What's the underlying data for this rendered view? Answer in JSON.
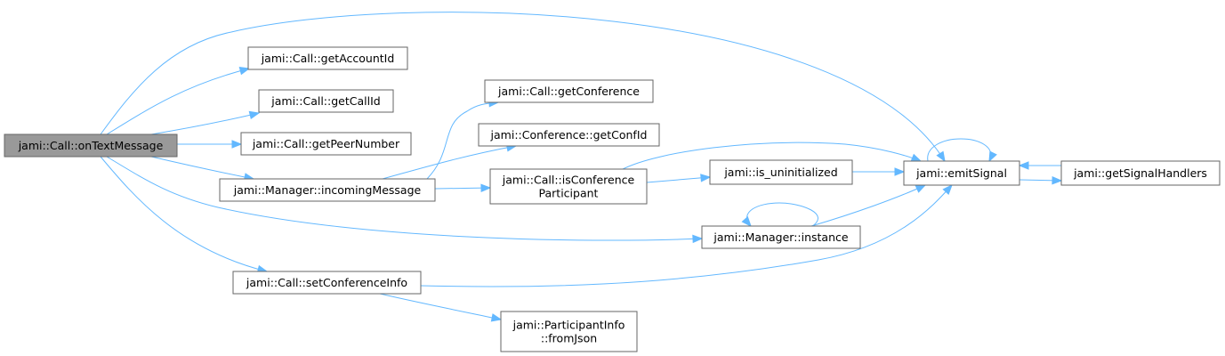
{
  "graph": {
    "title": "jami::Call::onTextMessage call graph",
    "colors": {
      "edge": "#63b8ff",
      "node_border": "#666666",
      "root_fill": "#999999",
      "node_fill": "#ffffff"
    },
    "nodes": {
      "onTextMessage": [
        "jami::Call::onTextMessage"
      ],
      "getAccountId": [
        "jami::Call::getAccountId"
      ],
      "getCallId": [
        "jami::Call::getCallId"
      ],
      "getPeerNumber": [
        "jami::Call::getPeerNumber"
      ],
      "incomingMessage": [
        "jami::Manager::incomingMessage"
      ],
      "setConferenceInfo": [
        "jami::Call::setConferenceInfo"
      ],
      "getConference": [
        "jami::Call::getConference"
      ],
      "getConfId": [
        "jami::Conference::getConfId"
      ],
      "isConferenceParticipant": [
        "jami::Call::isConference",
        "Participant"
      ],
      "fromJson": [
        "jami::ParticipantInfo",
        "::fromJson"
      ],
      "is_uninitialized": [
        "jami::is_uninitialized"
      ],
      "instance": [
        "jami::Manager::instance"
      ],
      "emitSignal": [
        "jami::emitSignal"
      ],
      "getSignalHandlers": [
        "jami::getSignalHandlers"
      ]
    },
    "edges": [
      [
        "onTextMessage",
        "getAccountId"
      ],
      [
        "onTextMessage",
        "getCallId"
      ],
      [
        "onTextMessage",
        "getPeerNumber"
      ],
      [
        "onTextMessage",
        "incomingMessage"
      ],
      [
        "onTextMessage",
        "emitSignal"
      ],
      [
        "onTextMessage",
        "instance"
      ],
      [
        "onTextMessage",
        "setConferenceInfo"
      ],
      [
        "incomingMessage",
        "getConference"
      ],
      [
        "incomingMessage",
        "getConfId"
      ],
      [
        "incomingMessage",
        "isConferenceParticipant"
      ],
      [
        "isConferenceParticipant",
        "emitSignal"
      ],
      [
        "isConferenceParticipant",
        "is_uninitialized"
      ],
      [
        "is_uninitialized",
        "emitSignal"
      ],
      [
        "instance",
        "instance"
      ],
      [
        "instance",
        "emitSignal"
      ],
      [
        "setConferenceInfo",
        "emitSignal"
      ],
      [
        "setConferenceInfo",
        "fromJson"
      ],
      [
        "emitSignal",
        "emitSignal"
      ],
      [
        "emitSignal",
        "getSignalHandlers"
      ],
      [
        "getSignalHandlers",
        "emitSignal"
      ]
    ]
  }
}
